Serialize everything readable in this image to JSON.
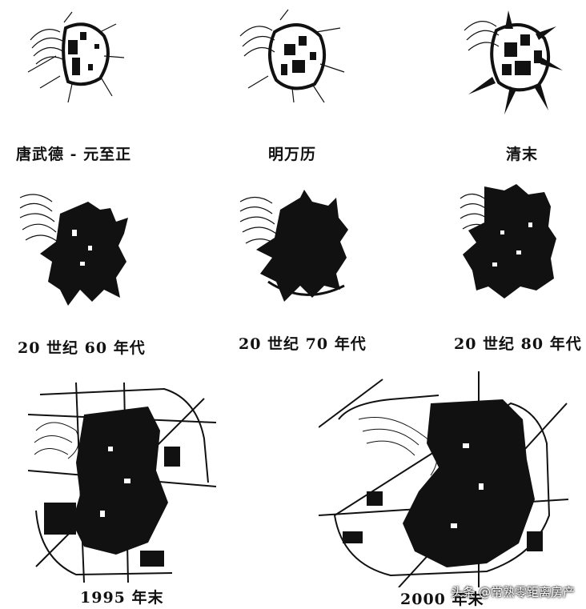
{
  "figure": {
    "panels": [
      {
        "label": "唐武德 - 元至正",
        "stage": "tang-yuan"
      },
      {
        "label": "明万历",
        "stage": "ming"
      },
      {
        "label": "清末",
        "stage": "late-qing"
      },
      {
        "label": "20 世纪 60 年代",
        "stage": "1960s"
      },
      {
        "label": "20 世纪 70 年代",
        "stage": "1970s"
      },
      {
        "label": "20 世纪 80 年代",
        "stage": "1980s"
      },
      {
        "label": "1995 年末",
        "stage": "1995"
      },
      {
        "label": "2000 年末",
        "stage": "2000"
      }
    ]
  },
  "watermark": {
    "text": "头条 @常熟零距离房产"
  },
  "colors": {
    "ink": "#111111",
    "background": "#ffffff"
  }
}
